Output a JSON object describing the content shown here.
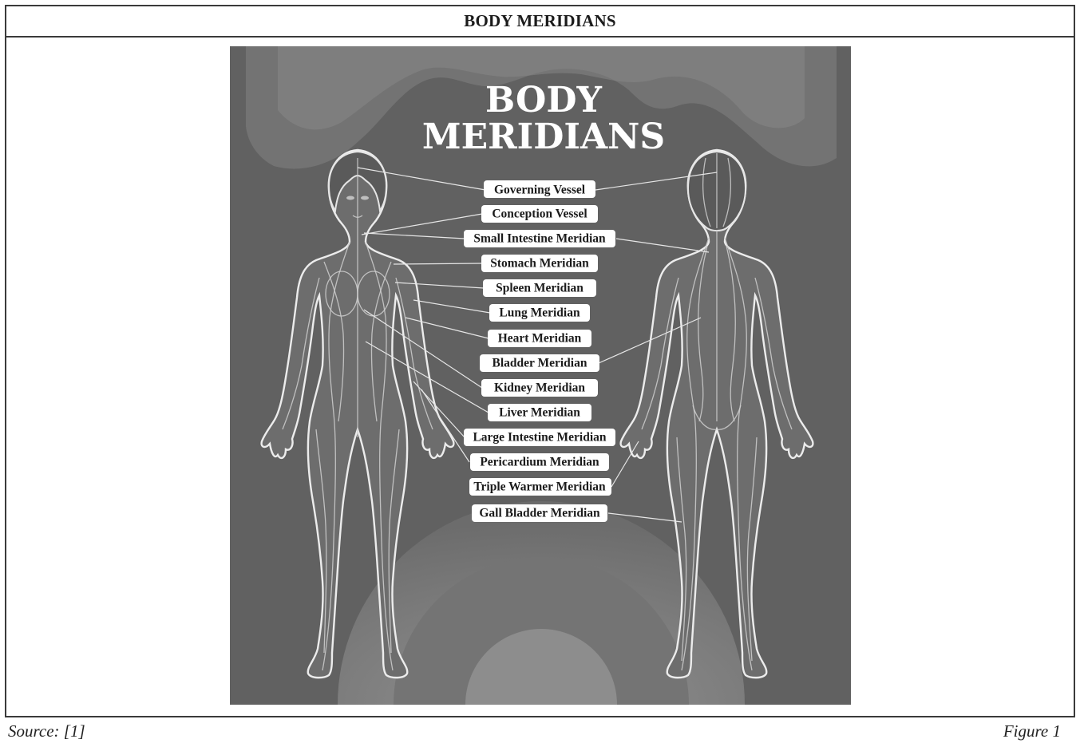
{
  "header": {
    "title": "BODY MERIDIANS"
  },
  "figure": {
    "title_line1": "BODY",
    "title_line2": "MERIDIANS",
    "labels": [
      "Governing Vessel",
      "Conception Vessel",
      "Small Intestine Meridian",
      "Stomach Meridian",
      "Spleen Meridian",
      "Lung Meridian",
      "Heart Meridian",
      "Bladder Meridian",
      "Kidney Meridian",
      "Liver Meridian",
      "Large Intestine Meridian",
      "Pericardium Meridian",
      "Triple Warmer Meridian",
      "Gall Bladder Meridian"
    ]
  },
  "footer": {
    "source": "Source: [1]",
    "figure_label": "Figure 1"
  }
}
